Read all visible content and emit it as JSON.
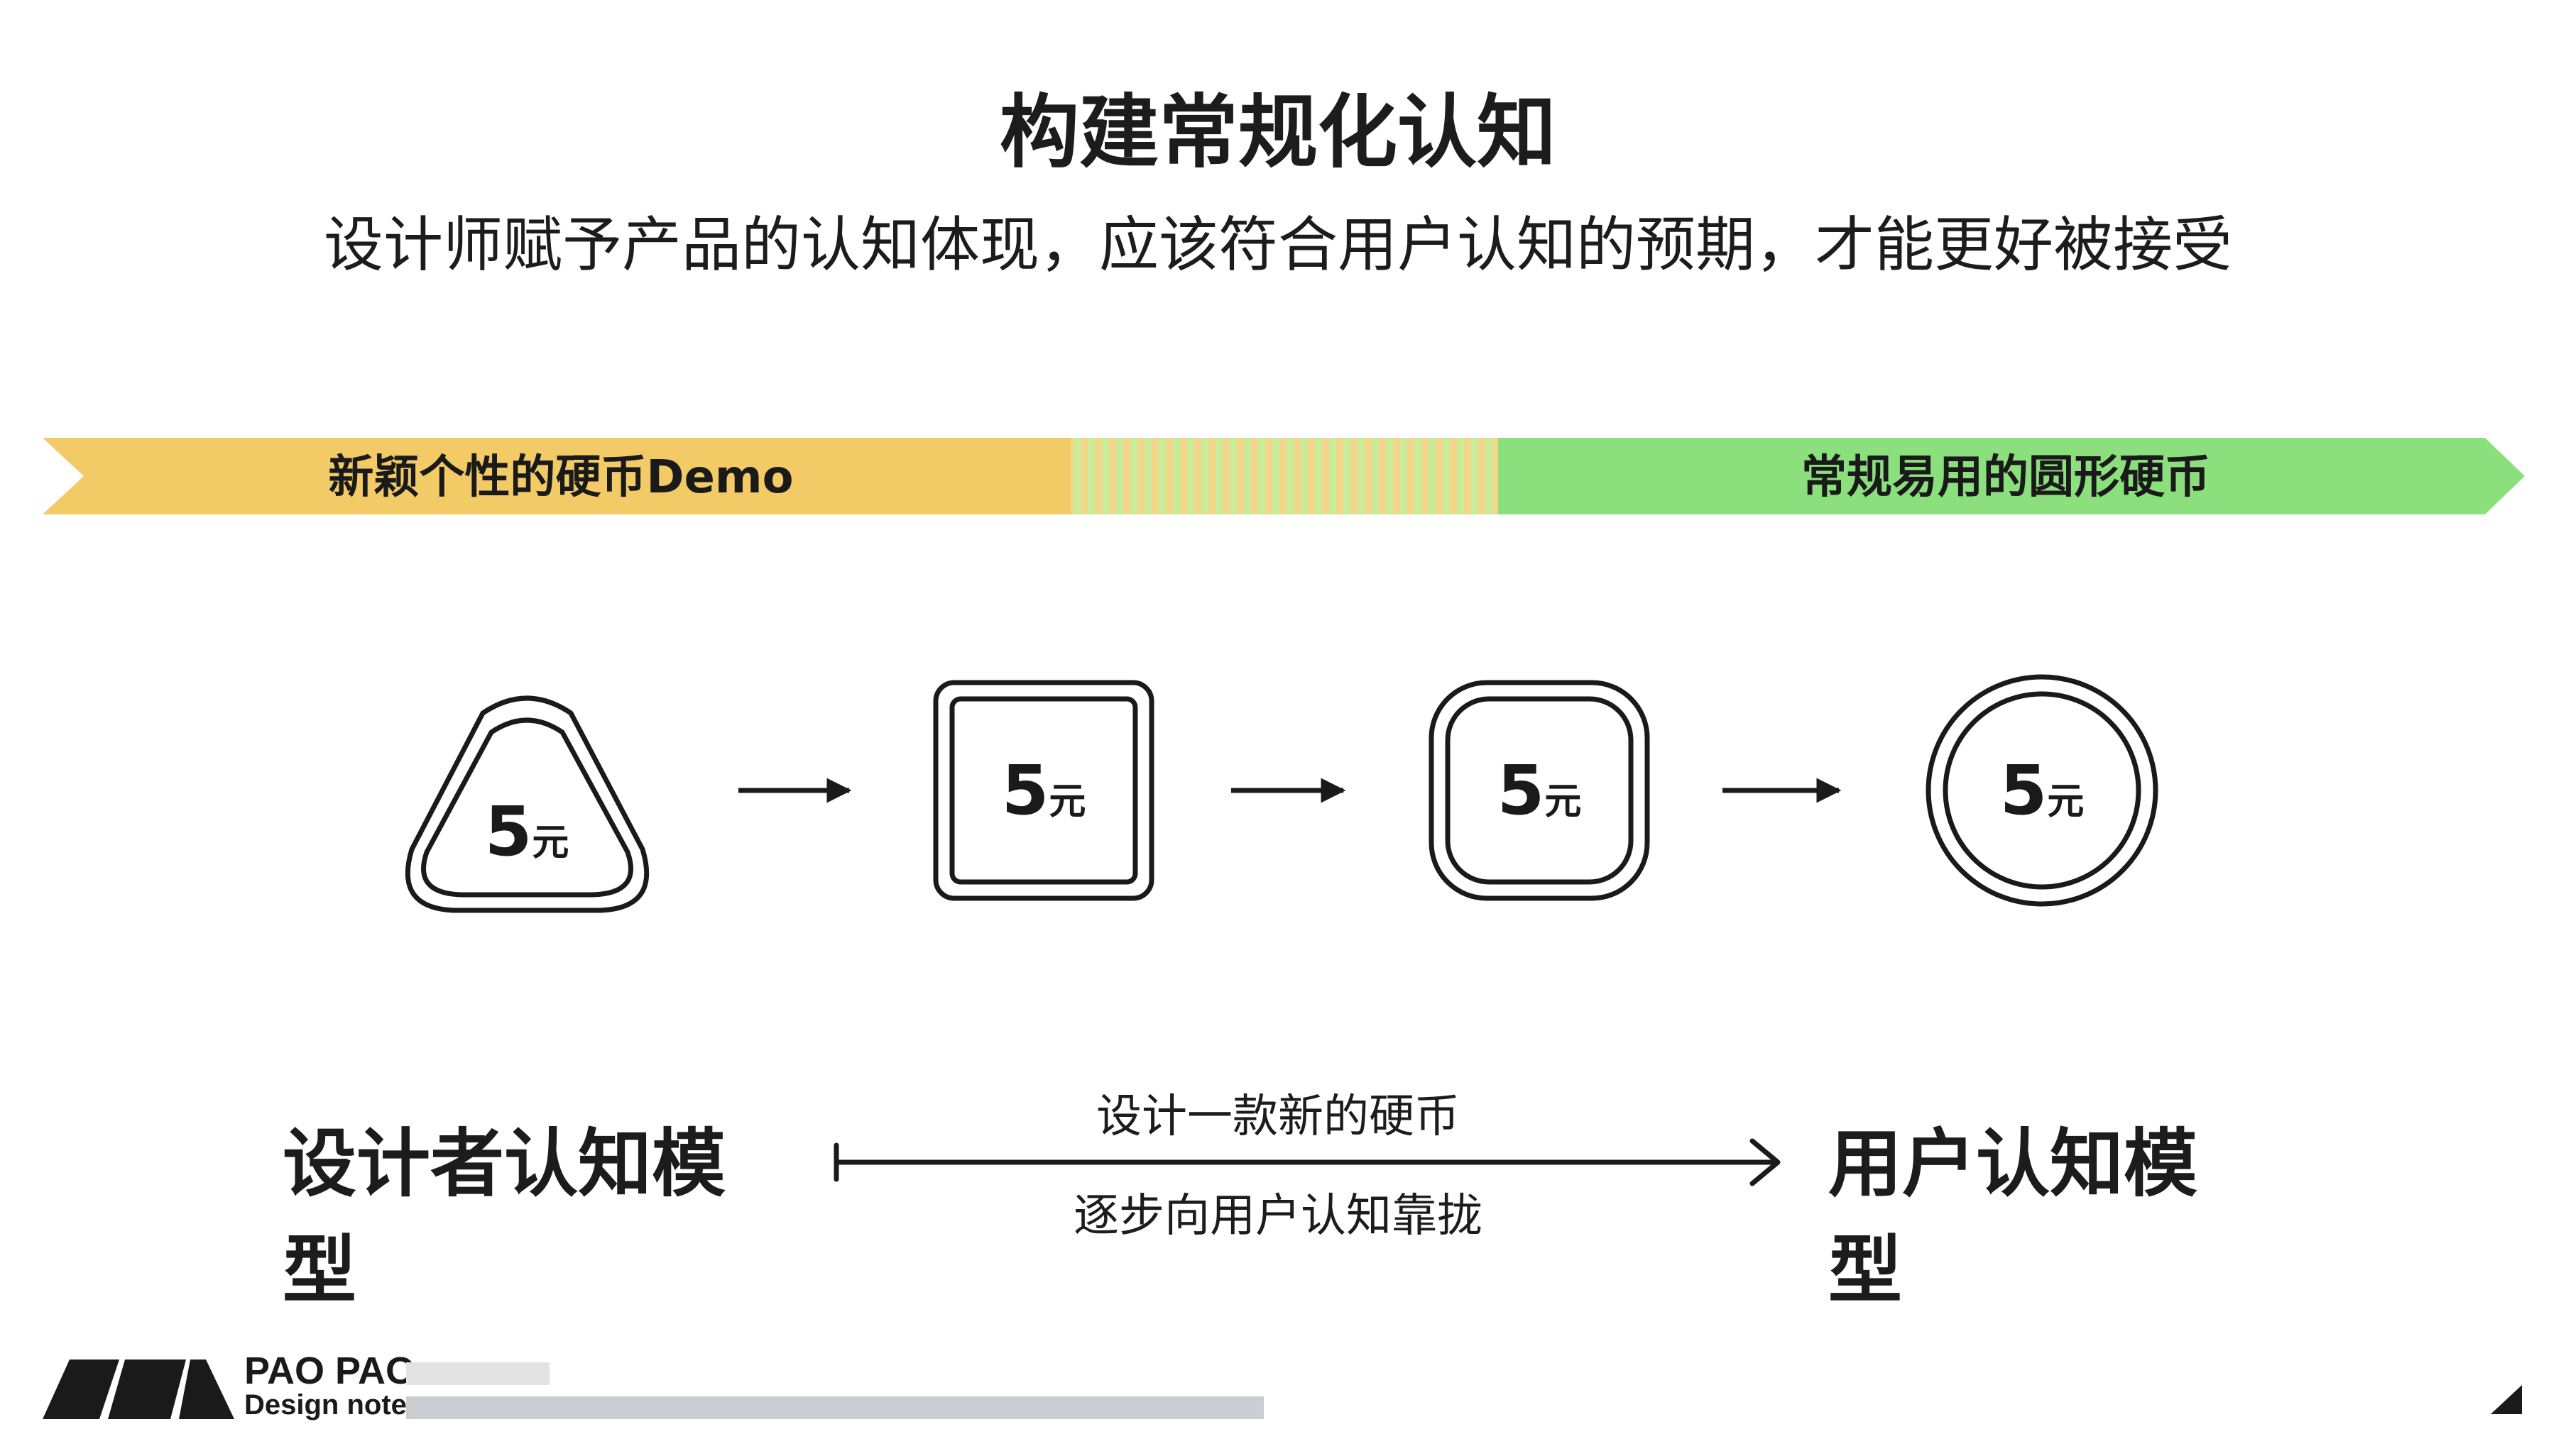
{
  "title": "构建常规化认知",
  "subtitle": "设计师赋予产品的认知体现，应该符合用户认知的预期，才能更好被接受",
  "banner": {
    "left_label": "新颖个性的硬币Demo",
    "right_label": "常规易用的圆形硬币",
    "left_color": "#f2ca66",
    "right_color": "#8bdf7c"
  },
  "coins": [
    {
      "shape": "triangle",
      "value": "5",
      "unit": "元"
    },
    {
      "shape": "square",
      "value": "5",
      "unit": "元"
    },
    {
      "shape": "rounded-square",
      "value": "5",
      "unit": "元"
    },
    {
      "shape": "circle",
      "value": "5",
      "unit": "元"
    }
  ],
  "models": {
    "left": "设计者认知模型",
    "right": "用户认知模型",
    "top_text": "设计一款新的硬币",
    "bottom_text": "逐步向用户认知靠拢"
  },
  "brand": {
    "name": "PAO PAO",
    "tagline": "Design notes"
  }
}
